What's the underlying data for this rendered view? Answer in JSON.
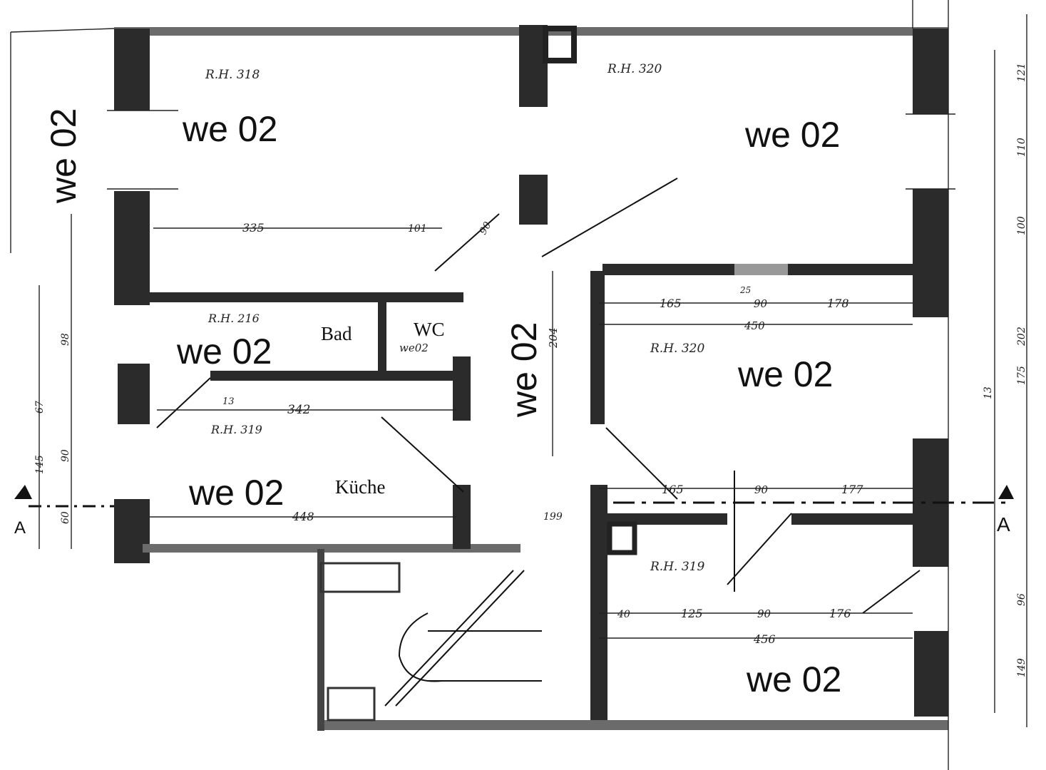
{
  "rooms": {
    "top_left": {
      "unit": "we 02",
      "number": "R.H. 318"
    },
    "top_right": {
      "unit": "we 02",
      "number": "R.H. 320"
    },
    "middle_right": {
      "unit": "we 02",
      "number": "R.H. 320"
    },
    "bottom_right": {
      "unit": "we 02",
      "number": "R.H. 319"
    },
    "bath": {
      "unit": "we 02",
      "number": "R.H. 216",
      "name": "Bad"
    },
    "wc": {
      "name": "WC",
      "unit": "we02"
    },
    "kitchen": {
      "unit": "we 02",
      "number": "R.H. 319",
      "name": "Küche"
    },
    "hall": {
      "unit": "we 02"
    },
    "left_margin": {
      "unit": "we 02"
    }
  },
  "section_marker": {
    "left": "A",
    "right": "A"
  },
  "dimensions": {
    "top_left_width": "335",
    "top_left_door": "101",
    "kitchen_width": "342",
    "kitchen_bottom": "448",
    "hall_width": "204",
    "mid_right_a": "165",
    "mid_right_b": "90",
    "mid_right_c": "178",
    "mid_right_total": "450",
    "lower_right_a": "165",
    "lower_right_b": "90",
    "lower_right_c": "177",
    "bottom_right_a": "125",
    "bottom_right_b": "90",
    "bottom_right_c": "176",
    "bottom_right_total": "456",
    "bottom_right_left": "40",
    "right_col": [
      "121",
      "110",
      "100",
      "202",
      "175",
      "13",
      "96",
      "149"
    ],
    "left_col": [
      "90",
      "98",
      "67",
      "145",
      "60"
    ],
    "wall_13": "13",
    "wall_25": "25",
    "wall_90": "90",
    "hall_199": "199"
  }
}
